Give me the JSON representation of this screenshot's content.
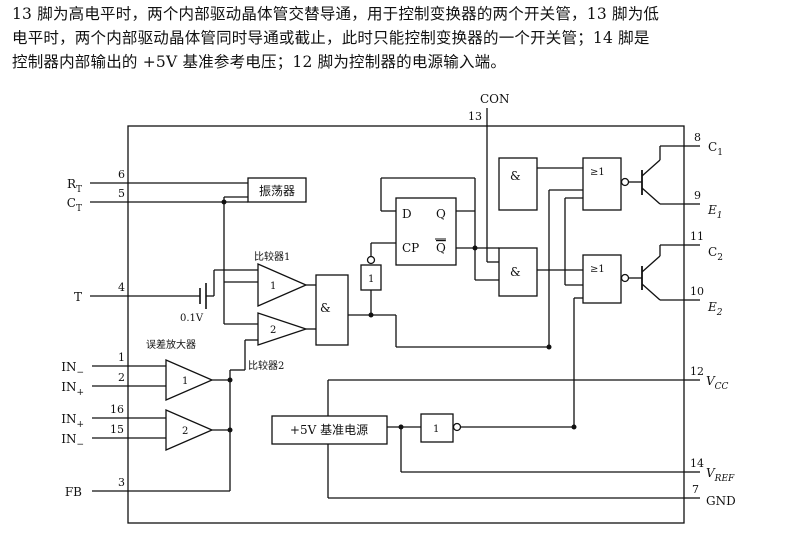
{
  "description": {
    "line1": "13 脚为高电平时，两个内部驱动晶体管交替导通，用于控制变换器的两个开关管，13 脚为低",
    "line2": "电平时，两个内部驱动晶体管同时导通或截止，此时只能控制变换器的一个开关管；14 脚是",
    "line3": "控制器内部输出的 +5V 基准参考电压；12 脚为控制器的电源输入端。"
  },
  "pins": {
    "con": {
      "label": "CON",
      "number": "13"
    },
    "rt": {
      "label": "R",
      "sub": "T",
      "number": "6"
    },
    "ct": {
      "label": "C",
      "sub": "T",
      "number": "5"
    },
    "t": {
      "label": "T",
      "number": "4"
    },
    "in1n": {
      "label": "IN",
      "sub": "−",
      "number": "1"
    },
    "in1p": {
      "label": "IN",
      "sub": "+",
      "number": "2"
    },
    "in2p": {
      "label": "IN",
      "sub": "+",
      "number": "16"
    },
    "in2n": {
      "label": "IN",
      "sub": "−",
      "number": "15"
    },
    "fb": {
      "label": "FB",
      "number": "3"
    },
    "c1": {
      "label": "C",
      "sub": "1",
      "number": "8"
    },
    "e1": {
      "label": "E",
      "sub": "1",
      "number": "9"
    },
    "c2": {
      "label": "C",
      "sub": "2",
      "number": "11"
    },
    "e2": {
      "label": "E",
      "sub": "2",
      "number": "10"
    },
    "vcc": {
      "label": "V",
      "sub": "CC",
      "number": "12"
    },
    "vref": {
      "label": "V",
      "sub": "REF",
      "number": "14"
    },
    "gnd": {
      "label": "GND",
      "number": "7"
    }
  },
  "blocks": {
    "oscillator": "振荡器",
    "comparator1": "比较器1",
    "comparator2": "比较器2",
    "error_amp": "误差放大器",
    "reference": "+5V 基准电源",
    "offset": "0.1V",
    "ff_d": "D",
    "ff_q": "Q",
    "ff_cp": "CP",
    "ff_qbar": "Q",
    "and_sym": "&",
    "or_sym": "≥1",
    "inv_sym": "1",
    "amp1": "1",
    "amp2": "2",
    "cmp1": "1",
    "cmp2": "2"
  }
}
